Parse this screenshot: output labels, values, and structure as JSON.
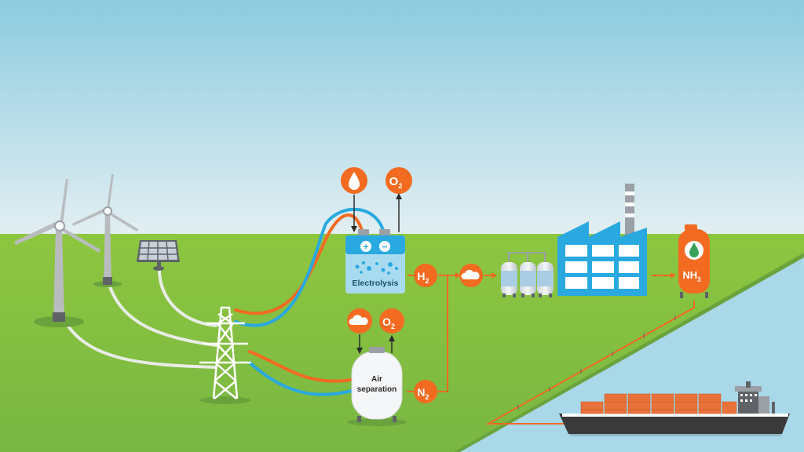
{
  "colors": {
    "sky_top": "#8ccbe0",
    "sky_bottom": "#dfeef1",
    "grass_top": "#8cc63f",
    "grass_bottom": "#6aa84f",
    "water": "#a8d7e8",
    "orange": "#f26b21",
    "blue_line": "#29a9e0",
    "factory_blue": "#29a9e0",
    "grey": "#9aa0a6",
    "cable": "#e8e8e8"
  },
  "labels": {
    "electrolysis": "Electrolysis",
    "air_separation_line1": "Air",
    "air_separation_line2": "separation",
    "o2": "O",
    "o2_sub": "2",
    "h2": "H",
    "h2_sub": "2",
    "n2": "N",
    "n2_sub": "2",
    "nh3": "NH",
    "nh3_sub": "3",
    "plus": "+",
    "minus": "−"
  },
  "icons": {
    "water": "water-drop-icon",
    "air": "cloud-icon",
    "ammonia": "liquid-drop-icon"
  }
}
